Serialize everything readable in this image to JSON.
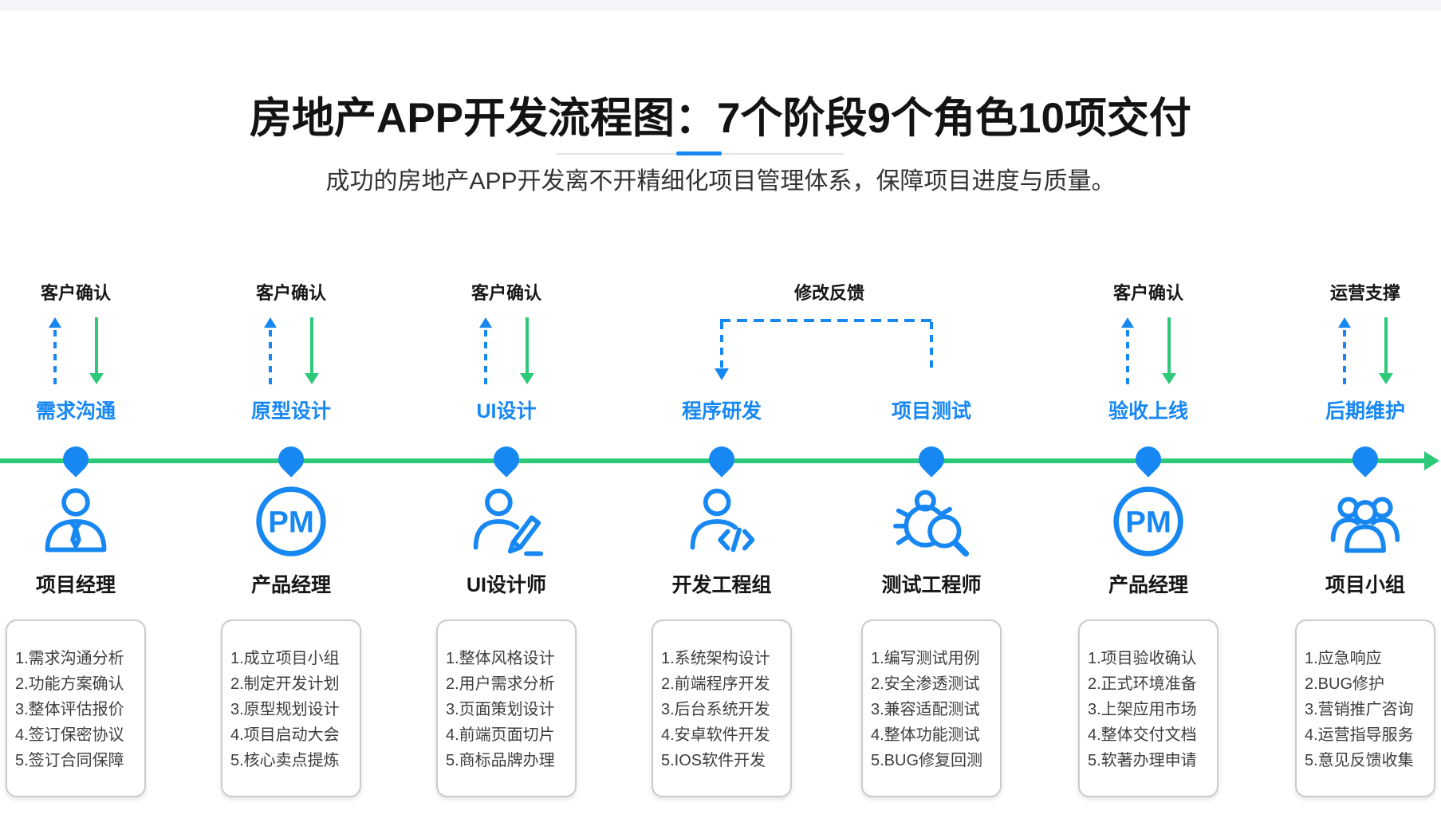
{
  "page": {
    "title": "房地产APP开发流程图：7个阶段9个角色10项交付",
    "subtitle": "成功的房地产APP开发离不开精细化项目管理体系，保障项目进度与质量。"
  },
  "colors": {
    "blue": "#1787f2",
    "green": "#2cc979"
  },
  "feedback": {
    "label": "修改反馈"
  },
  "stages": [
    {
      "top_label": "客户确认",
      "name": "需求沟通",
      "role": "项目经理",
      "icon": "person-tie-icon",
      "tasks": [
        "1.需求沟通分析",
        "2.功能方案确认",
        "3.整体评估报价",
        "4.签订保密协议",
        "5.签订合同保障"
      ]
    },
    {
      "top_label": "客户确认",
      "name": "原型设计",
      "role": "产品经理",
      "icon": "pm-circle-icon",
      "tasks": [
        "1.成立项目小组",
        "2.制定开发计划",
        "3.原型规划设计",
        "4.项目启动大会",
        "5.核心卖点提炼"
      ]
    },
    {
      "top_label": "客户确认",
      "name": "UI设计",
      "role": "UI设计师",
      "icon": "designer-pencil-icon",
      "tasks": [
        "1.整体风格设计",
        "2.用户需求分析",
        "3.页面策划设计",
        "4.前端页面切片",
        "5.商标品牌办理"
      ]
    },
    {
      "name": "程序研发",
      "role": "开发工程组",
      "icon": "developer-code-icon",
      "tasks": [
        "1.系统架构设计",
        "2.前端程序开发",
        "3.后台系统开发",
        "4.安卓软件开发",
        "5.IOS软件开发"
      ]
    },
    {
      "name": "项目测试",
      "role": "测试工程师",
      "icon": "bug-magnifier-icon",
      "tasks": [
        "1.编写测试用例",
        "2.安全渗透测试",
        "3.兼容适配测试",
        "4.整体功能测试",
        "5.BUG修复回测"
      ]
    },
    {
      "top_label": "客户确认",
      "name": "验收上线",
      "role": "产品经理",
      "icon": "pm-circle-icon",
      "tasks": [
        "1.项目验收确认",
        "2.正式环境准备",
        "3.上架应用市场",
        "4.整体交付文档",
        "5.软著办理申请"
      ]
    },
    {
      "top_label": "运营支撑",
      "name": "后期维护",
      "role": "项目小组",
      "icon": "team-group-icon",
      "tasks": [
        "1.应急响应",
        "2.BUG修护",
        "3.营销推广咨询",
        "4.运营指导服务",
        "5.意见反馈收集"
      ]
    }
  ]
}
